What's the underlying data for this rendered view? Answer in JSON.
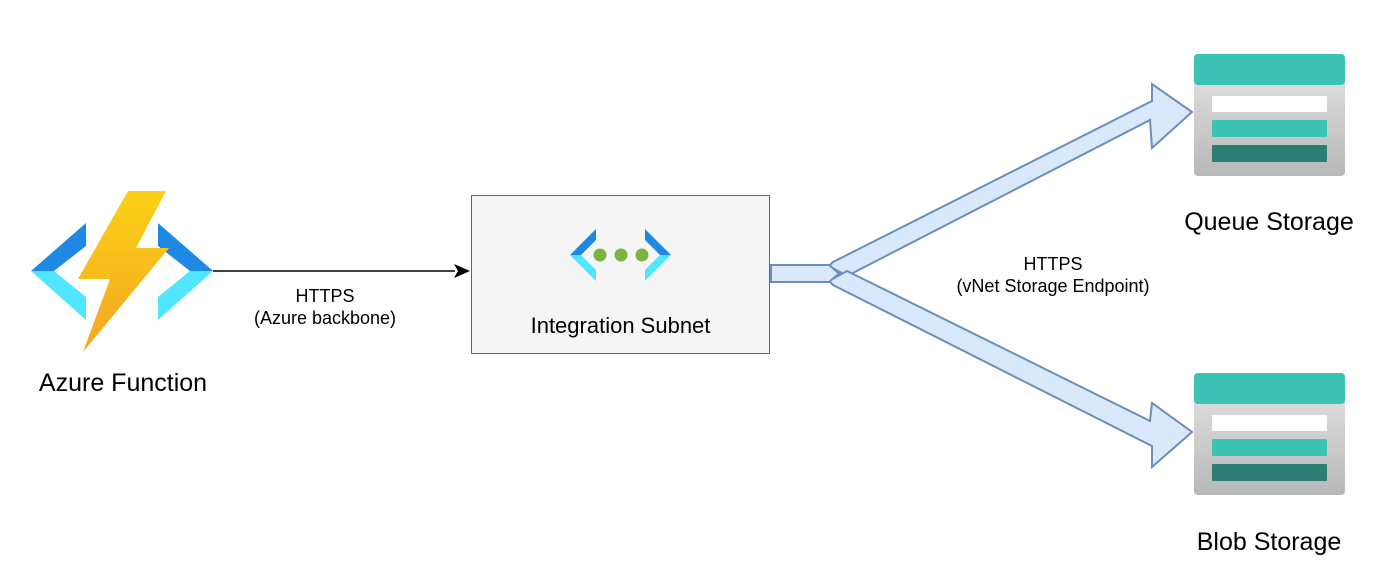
{
  "nodes": {
    "azure_function": {
      "label": "Azure Function",
      "icon": "azure-function-icon"
    },
    "integration_subnet": {
      "label": "Integration Subnet",
      "icon": "virtual-network-icon"
    },
    "queue_storage": {
      "label": "Queue Storage",
      "icon": "storage-account-icon"
    },
    "blob_storage": {
      "label": "Blob Storage",
      "icon": "storage-account-icon"
    }
  },
  "edges": {
    "function_to_subnet": {
      "line1": "HTTPS",
      "line2": "(Azure backbone)"
    },
    "subnet_to_storage": {
      "line1": "HTTPS",
      "line2": "(vNet Storage Endpoint)"
    }
  },
  "colors": {
    "bolt_yellow": "#fcd116",
    "bolt_orange": "#f5a623",
    "bracket_dark_blue": "#1e88e5",
    "bracket_light_blue": "#50e6ff",
    "dot_green": "#7cb342",
    "storage_teal": "#3cc3b4",
    "storage_dark_teal": "#2c7d73",
    "storage_gray": "#c7c7c7",
    "arrow_fill": "#dae8fc",
    "arrow_stroke": "#6c8ebf",
    "subnet_fill": "#f5f5f5"
  }
}
